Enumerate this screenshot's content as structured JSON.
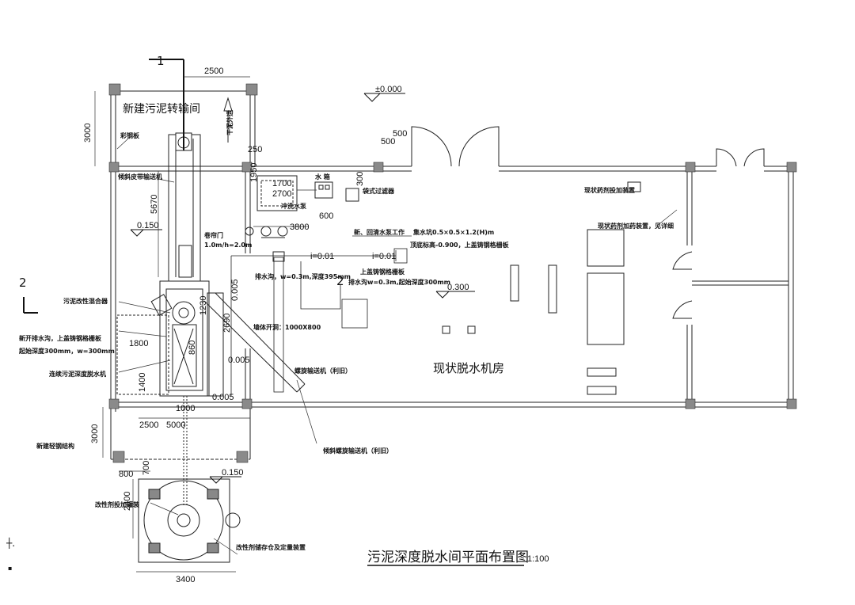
{
  "title": "污泥深度脱水间平面布置图",
  "scale": "1:100",
  "room_new": "新建污泥转输间",
  "room_existing": "现状脱水机房",
  "flow_direction": "干泥外运",
  "section_marks": {
    "s1": "1",
    "s2_left": "2",
    "s2_mid": "2"
  },
  "elevations": {
    "floor": "±0.000",
    "left": "0.150",
    "mid": "0.300",
    "tank": "0.150"
  },
  "dimensions": {
    "d2500_top": "2500",
    "d3000_left": "3000",
    "d5670": "5670",
    "d250": "250",
    "d1700": "1700",
    "d2700": "2700",
    "d500": "500",
    "d500b": "500",
    "d300": "300",
    "d600": "600",
    "d3800": "3800",
    "d1230": "1230",
    "d2690": "2690",
    "d860": "860",
    "d1800": "1800",
    "d1400": "1400",
    "d1000": "1000",
    "d5000": "5000",
    "d2500_bottom": "2500",
    "d3000_bottom": "3000",
    "d800": "800",
    "d700": "700",
    "d2400": "2400",
    "d3400": "3400",
    "d1950": "1950",
    "d0005a": "0.005",
    "d0005b": "0.005",
    "d0005c": "0.005",
    "i001a": "i=0.01",
    "i001b": "i=0.01"
  },
  "labels": {
    "steel_plate": "彩钢板",
    "inclined_belt": "倾斜皮带输送机",
    "rolling_door": "卷帘门",
    "door_size": "1.0m/h=2.0m",
    "water_tank": "水 箱",
    "flush_pump": "冲洗水泵",
    "bag_filter": "袋式过滤器",
    "new_water": "新、回清水泵工作",
    "collector": "集水坑0.5×0.5×1.2(H)m",
    "collector_note1": "顶底标高-0.900，上盖铸钢格栅板",
    "collector_note2": "上盖铸钢格栅板",
    "drain_trench": "排水沟，w=0.3m,深度395mm",
    "drain_trench2": "排水沟w=0.3m,起始深度300mm",
    "reserve_hole": "墙体开洞：1000X800",
    "screw_conveyor": "螺旋输送机（利旧）",
    "sludge_mixer": "污泥改性混合器",
    "new_trench": "新开排水沟，上盖铸钢格栅板",
    "new_trench_depth": "起始深度300mm，w=300mm",
    "dewater_machine": "连续污泥深度脱水机",
    "incline_screw": "倾斜螺旋输送机（利旧）",
    "steel_structure": "新建轻钢结构",
    "modifier_tank": "改性剂投加罐装",
    "modifier_storage": "改性剂储存仓及定量装置",
    "existing_dosing": "现状药剂投加装置",
    "existing_dosing2": "现状药剂加药装置，见详细",
    "side_mark": "┼.",
    "side_dot": "▪"
  }
}
